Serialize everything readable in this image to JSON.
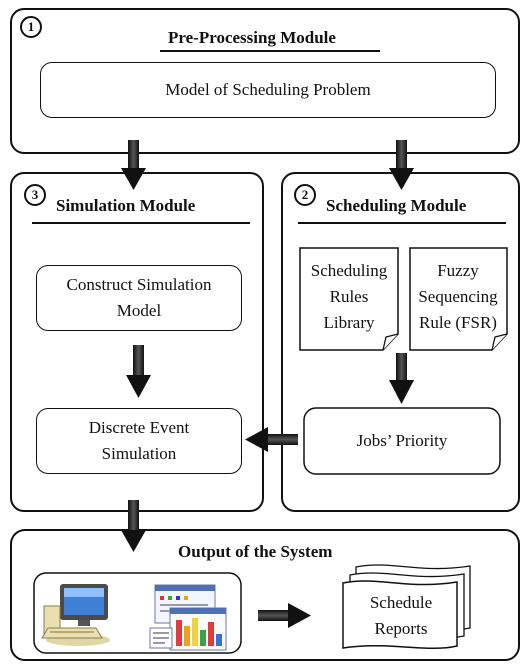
{
  "pre_processing": {
    "number": "1",
    "title": "Pre-Processing Module",
    "model_box": "Model of Scheduling Problem"
  },
  "simulation": {
    "number": "3",
    "title": "Simulation Module",
    "construct_line1": "Construct Simulation",
    "construct_line2": "Model",
    "discrete_line1": "Discrete Event",
    "discrete_line2": "Simulation"
  },
  "scheduling": {
    "number": "2",
    "title": "Scheduling Module",
    "rules_library": [
      "Scheduling",
      "Rules",
      "Library"
    ],
    "fsr": [
      "Fuzzy",
      "Sequencing",
      "Rule (FSR)"
    ],
    "jobs_priority": "Jobs’ Priority"
  },
  "output": {
    "title": "Output of the System",
    "reports_line1": "Schedule",
    "reports_line2": "Reports"
  }
}
